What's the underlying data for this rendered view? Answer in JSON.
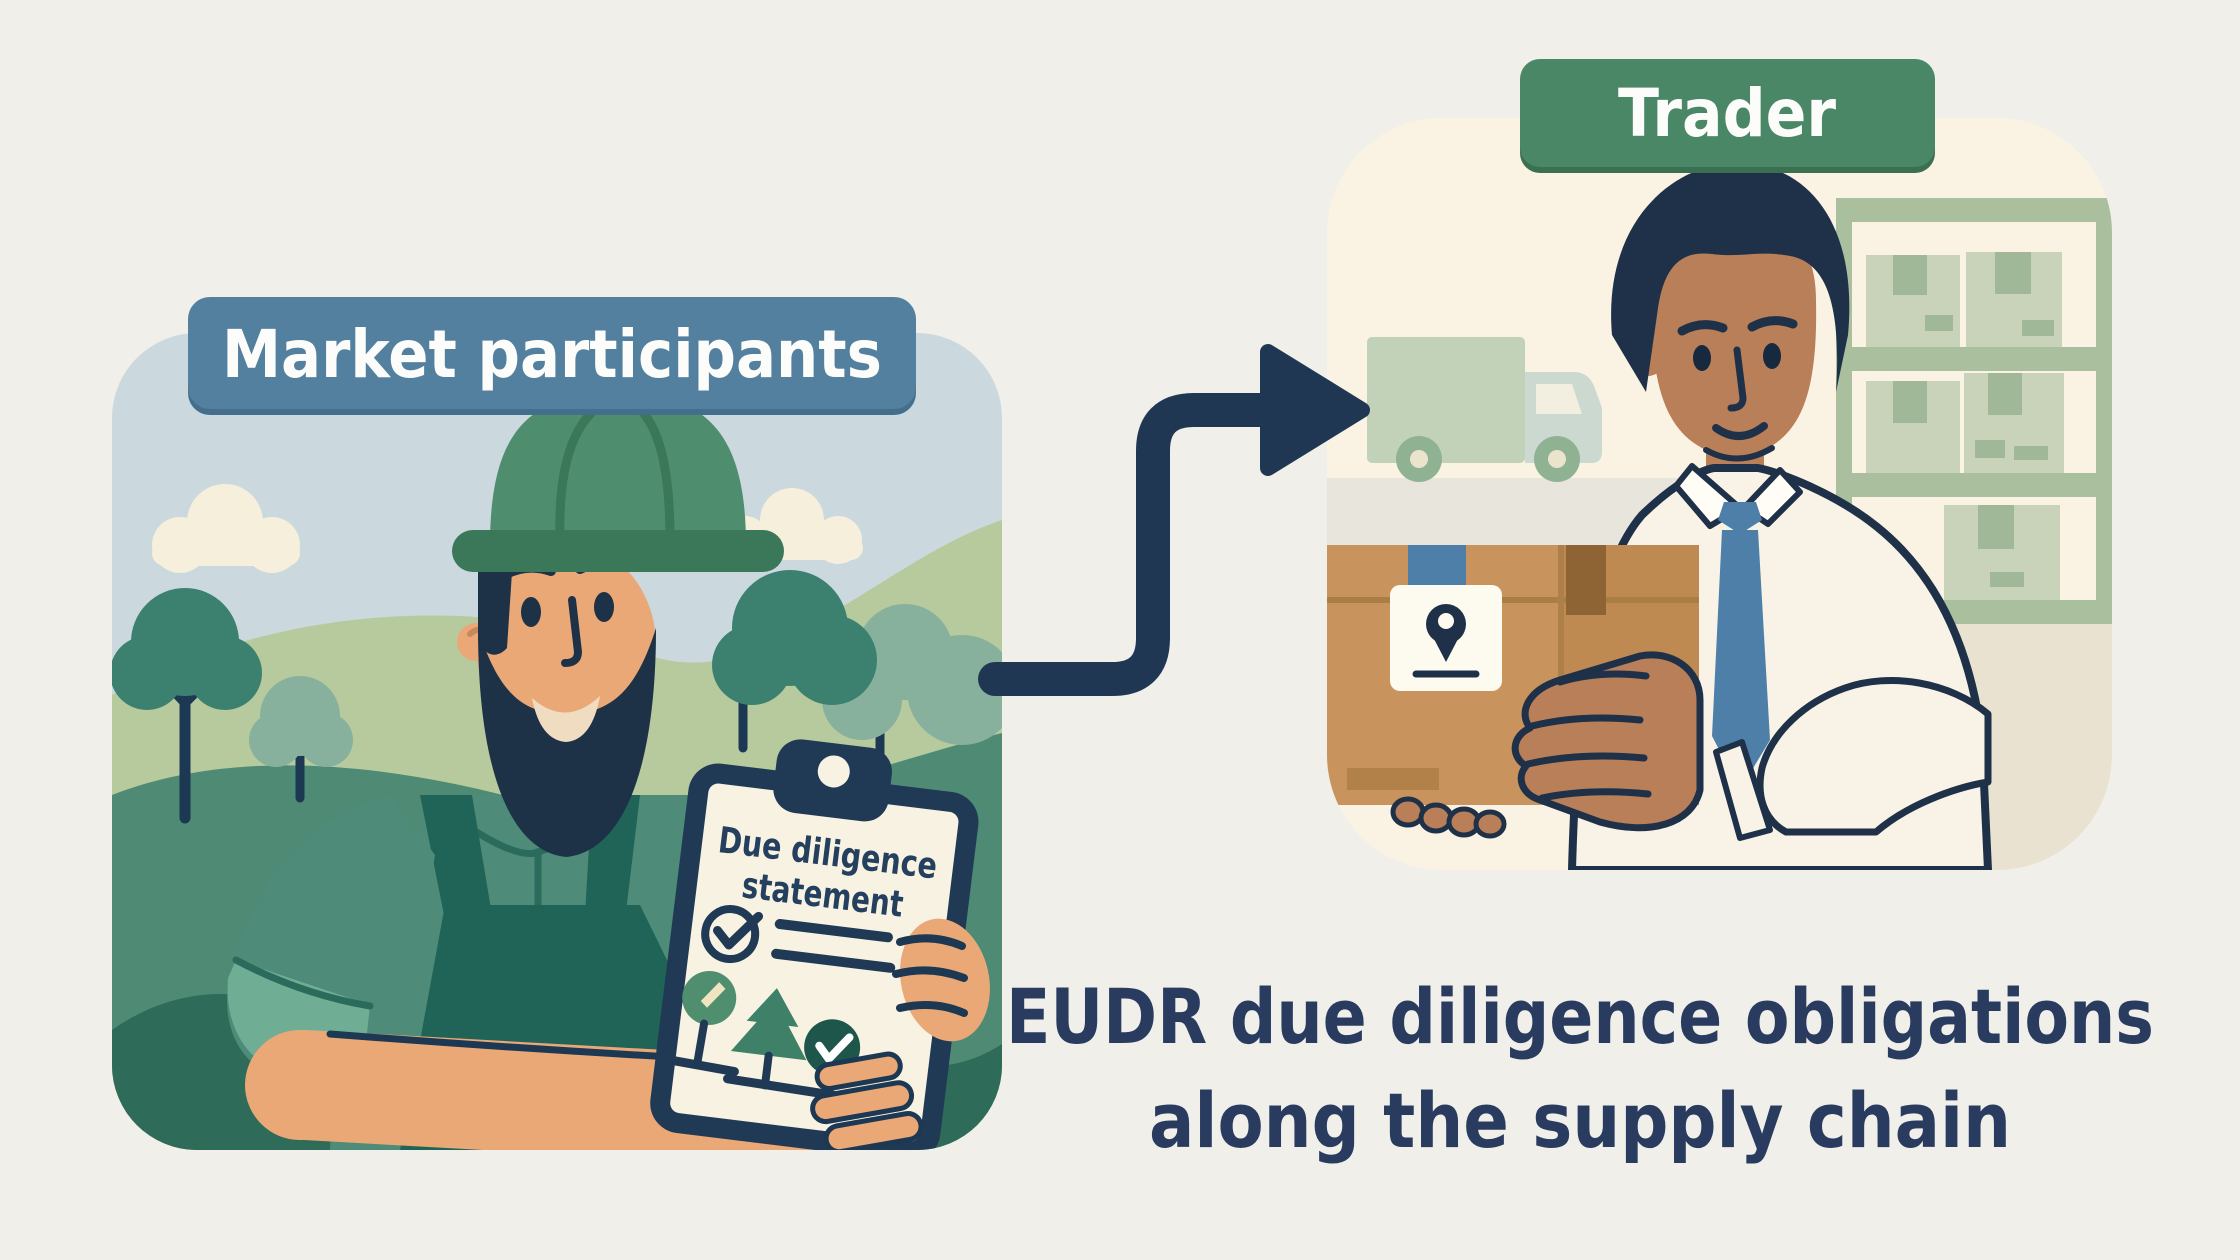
{
  "page": {
    "background": "#F0EFE9"
  },
  "title": {
    "line1": "EUDR due diligence obligations",
    "line2": "along the supply chain",
    "color": "#293C5F"
  },
  "badges": {
    "market": {
      "label": "Market participants",
      "bg": "#54809F",
      "edge": "#436F8D",
      "text_color": "#FCFCFA"
    },
    "trader": {
      "label": "Trader",
      "bg": "#4A8766",
      "edge": "#3A7051",
      "text_color": "#FCFCFA"
    }
  },
  "clipboard": {
    "line1": "Due diligence",
    "line2": "statement",
    "board_color": "#203A55",
    "paper_color": "#F8F2E2",
    "text_color": "#24405E"
  },
  "arrow": {
    "color": "#203754"
  },
  "panels": {
    "market": {
      "sky": "#CBD9DF",
      "hill_light": "#B6CA9E",
      "hill_mid": "#4E8A74",
      "bush_dark": "#2E6B58",
      "tree_dark": "#3C8170",
      "tree_light": "#87B19D",
      "cloud": "#F5EFDC"
    },
    "trader": {
      "bg": "#FAF3E4",
      "floor": "#EAE2D1",
      "counter": "#E7E5DC",
      "shelf_frame": "#A9BF9D",
      "shelf_box": "#C8D3BA",
      "shelf_tape": "#A0B798",
      "truck_body": "#C2D2B8",
      "truck_cab": "#CBD9D1",
      "truck_wheel": "#8FB293",
      "box": "#C9935D",
      "box_shade": "#BE8A52",
      "box_flap": "#8F6434",
      "box_tape_blue": "#4E7FA9",
      "label": "#FDFAF0",
      "pin": "#1E3148",
      "shirt": "#F8F3E6",
      "tie": "#4E7FA9",
      "skin": "#B97F59",
      "hair": "#1E3148"
    }
  },
  "worker": {
    "skin": "#EAA877",
    "shirt": "#4E8B78",
    "sleeve_band": "#6FAE94",
    "apron": "#206457",
    "hat": "#4E8D6E",
    "hat_brim": "#3B7759",
    "outline": "#1C3853"
  },
  "icons": {
    "flow_arrow": "curved supply-chain arrow",
    "location_pin": "shipment tracking pin",
    "checkmark": "verified check",
    "trees": "forest / deforestation-free symbols",
    "truck": "delivery truck",
    "shelf": "warehouse shelf with boxes"
  }
}
